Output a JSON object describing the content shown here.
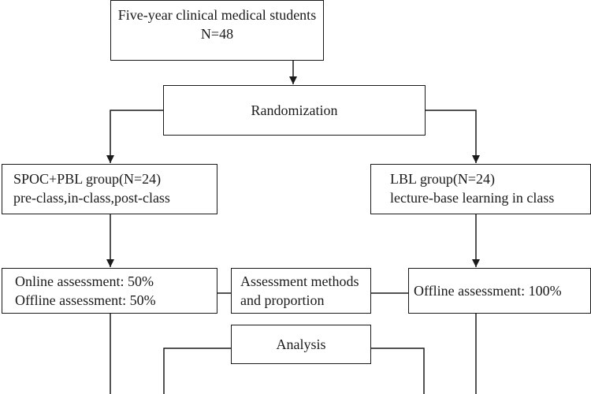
{
  "flowchart": {
    "students": {
      "line1": "Five-year clinical medical students",
      "line2": "N=48"
    },
    "randomization": {
      "label": "Randomization"
    },
    "spoc_group": {
      "line1": "SPOC+PBL group(N=24)",
      "line2": "pre-class,in-class,post-class"
    },
    "lbl_group": {
      "line1": "LBL group(N=24)",
      "line2": "lecture-base learning in class"
    },
    "online_offline": {
      "line1": "Online assessment: 50%",
      "line2": "Offline assessment: 50%"
    },
    "methods": {
      "line1": "Assessment methods",
      "line2": "and proportion"
    },
    "offline_only": {
      "label": "Offline assessment: 100%"
    },
    "analysis": {
      "label": "Analysis"
    }
  },
  "colors": {
    "stroke": "#1a1a1a",
    "background": "#ffffff"
  }
}
